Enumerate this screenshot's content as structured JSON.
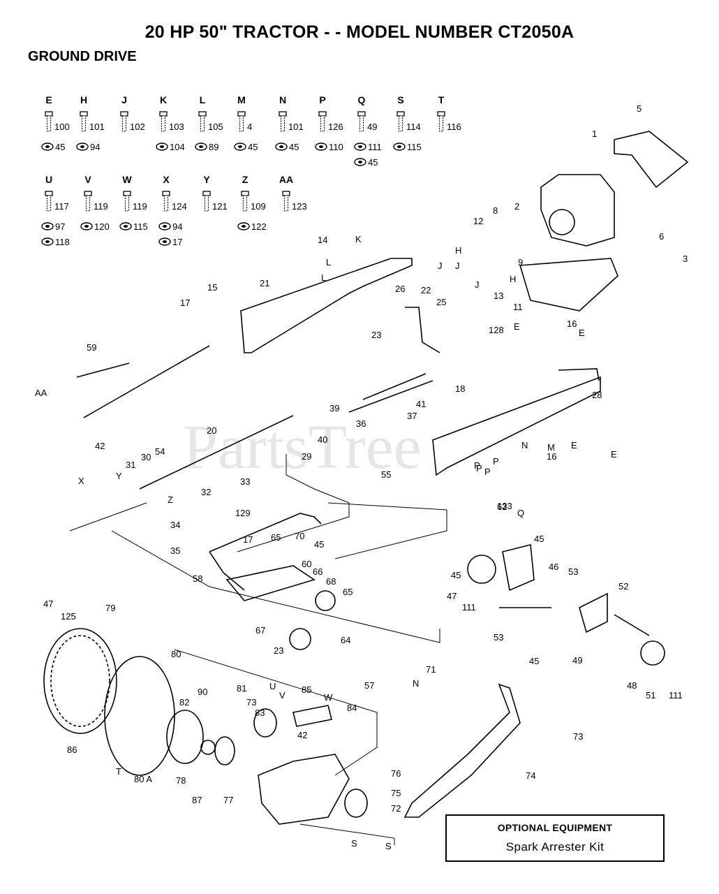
{
  "header": {
    "title": "20 HP 50\" TRACTOR - - MODEL NUMBER CT2050A",
    "subtitle": "GROUND DRIVE"
  },
  "watermark": "PartsTree",
  "hardware_key": [
    {
      "letter": "E",
      "bolt": "100",
      "nuts": [
        "45"
      ]
    },
    {
      "letter": "H",
      "bolt": "101",
      "nuts": [
        "94"
      ]
    },
    {
      "letter": "J",
      "bolt": "102",
      "nuts": []
    },
    {
      "letter": "K",
      "bolt": "103",
      "nuts": [
        "104"
      ]
    },
    {
      "letter": "L",
      "bolt": "105",
      "nuts": [
        "89"
      ]
    },
    {
      "letter": "M",
      "bolt": "4",
      "nuts": [
        "45"
      ]
    },
    {
      "letter": "N",
      "bolt": "101",
      "nuts": [
        "45"
      ]
    },
    {
      "letter": "P",
      "bolt": "126",
      "nuts": [
        "110"
      ]
    },
    {
      "letter": "Q",
      "bolt": "49",
      "nuts": [
        "111",
        "45"
      ]
    },
    {
      "letter": "S",
      "bolt": "114",
      "nuts": [
        "115"
      ]
    },
    {
      "letter": "T",
      "bolt": "116",
      "nuts": []
    },
    {
      "letter": "U",
      "bolt": "117",
      "nuts": [
        "97",
        "118"
      ]
    },
    {
      "letter": "V",
      "bolt": "119",
      "nuts": [
        "120"
      ]
    },
    {
      "letter": "W",
      "bolt": "119",
      "nuts": [
        "115"
      ]
    },
    {
      "letter": "X",
      "bolt": "124",
      "nuts": [
        "94",
        "17"
      ]
    },
    {
      "letter": "Y",
      "bolt": "121",
      "nuts": []
    },
    {
      "letter": "Z",
      "bolt": "109",
      "nuts": [
        "122"
      ]
    },
    {
      "letter": "AA",
      "bolt": "123",
      "nuts": []
    }
  ],
  "callouts": [
    "5",
    "1",
    "2",
    "6",
    "3",
    "8",
    "12",
    "9",
    "13",
    "11",
    "16",
    "14",
    "21",
    "15",
    "17",
    "26",
    "22",
    "25",
    "23",
    "128",
    "59",
    "18",
    "41",
    "39",
    "36",
    "37",
    "40",
    "28",
    "16",
    "42",
    "20",
    "29",
    "55",
    "54",
    "30",
    "31",
    "32",
    "34",
    "33",
    "129",
    "35",
    "70",
    "17",
    "65",
    "45",
    "60",
    "66",
    "68",
    "65",
    "58",
    "67",
    "23",
    "64",
    "57",
    "71",
    "62",
    "45",
    "46",
    "53",
    "47",
    "111",
    "52",
    "49",
    "48",
    "51",
    "111",
    "45",
    "53",
    "47",
    "125",
    "79",
    "80",
    "90",
    "82",
    "81",
    "73",
    "83",
    "85",
    "84",
    "42",
    "86",
    "80 A",
    "78",
    "87",
    "77",
    "76",
    "74",
    "75",
    "72",
    "73",
    "133",
    "45",
    "45"
  ],
  "letter_marks": [
    "H",
    "J",
    "J",
    "J",
    "H",
    "E",
    "E",
    "L",
    "L",
    "K",
    "N",
    "M",
    "E",
    "E",
    "P",
    "P",
    "P",
    "P",
    "X",
    "Y",
    "Z",
    "Q",
    "N",
    "T",
    "U",
    "V",
    "W",
    "S",
    "S",
    "AA"
  ],
  "optional_equipment": {
    "title": "OPTIONAL EQUIPMENT",
    "item": "Spark Arrester Kit"
  }
}
